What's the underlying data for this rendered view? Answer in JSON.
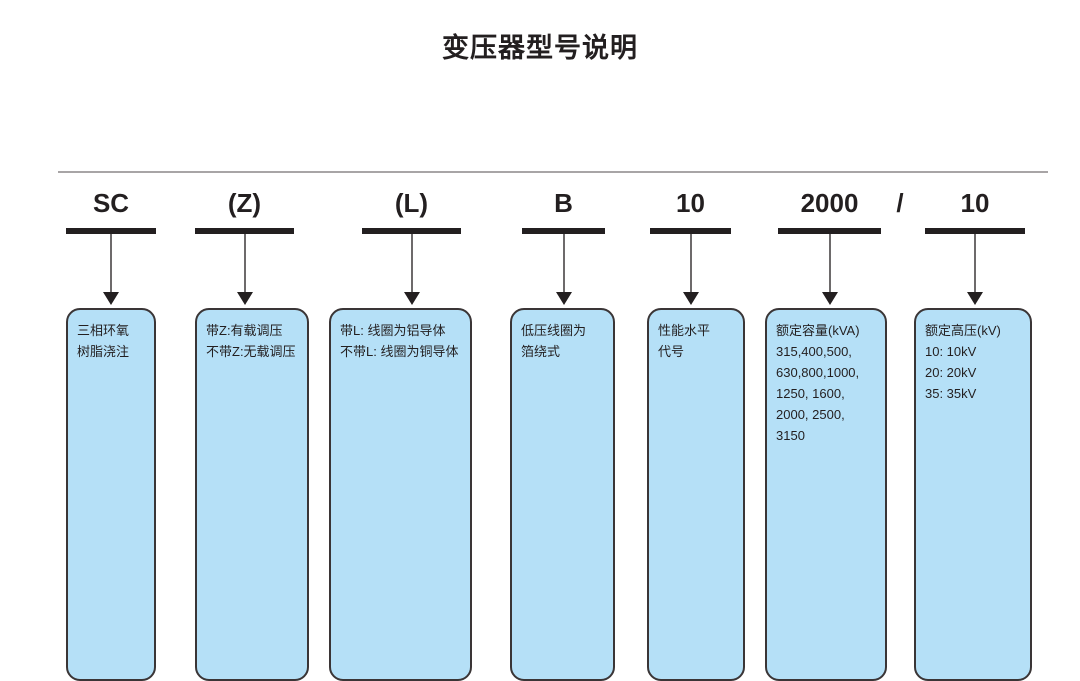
{
  "page": {
    "title": "变压器型号说明",
    "background_color": "#ffffff",
    "box_fill_color": "#b5e0f7",
    "box_border_color": "#3a3536",
    "text_color": "#231f20",
    "rule_color": "#a8a5a6",
    "separator": "/"
  },
  "columns": [
    {
      "code": "SC",
      "lines": [
        "三相环氧",
        "树脂浇注"
      ]
    },
    {
      "code": "(Z)",
      "lines": [
        "带Z:有载调压",
        "不带Z:无载调压"
      ]
    },
    {
      "code": "(L)",
      "lines": [
        "带L: 线圈为铝导体",
        "不带L: 线圈为铜导体"
      ]
    },
    {
      "code": "B",
      "lines": [
        "低压线圈为",
        "箔绕式"
      ]
    },
    {
      "code": "10",
      "lines": [
        "性能水平",
        "代号"
      ]
    },
    {
      "code": "2000",
      "lines": [
        "额定容量(kVA)",
        "315,400,500,",
        "630,800,1000,",
        "1250, 1600,",
        "2000, 2500,",
        "3150"
      ]
    },
    {
      "code": "10",
      "lines": [
        "额定高压(kV)",
        "10: 10kV",
        "20: 20kV",
        "35: 35kV"
      ]
    }
  ]
}
